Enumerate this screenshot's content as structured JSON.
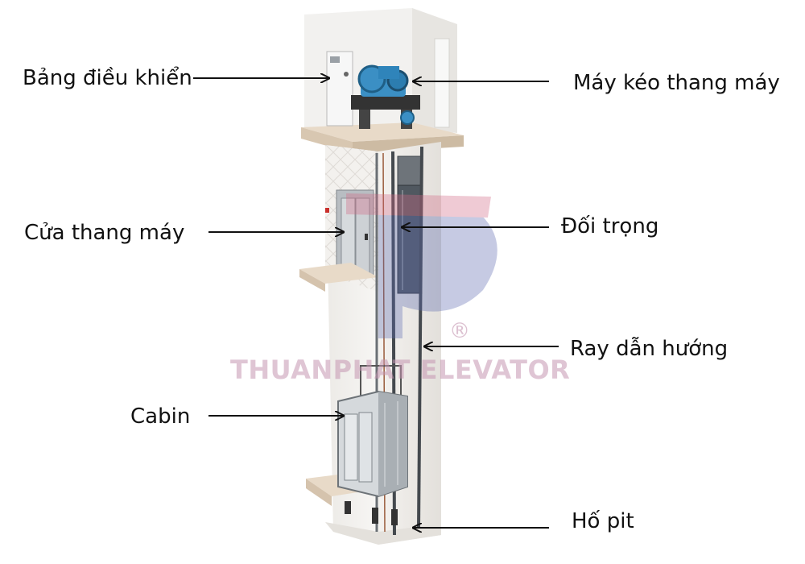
{
  "labels": {
    "control_panel": "Bảng điều khiển",
    "traction_machine": "Máy kéo thang máy",
    "elevator_door": "Cửa thang máy",
    "counterweight": "Đối trọng",
    "guide_rail": "Ray dẫn hướng",
    "cabin": "Cabin",
    "pit": "Hố pit"
  },
  "watermark": {
    "text": "THUANPHAT ELEVATOR",
    "mark": "®"
  },
  "colors": {
    "text": "#111111",
    "arrow": "#111111",
    "shaft_wall": "#f1efec",
    "marble_floor": "#e9dccb",
    "machine_blue": "#3b8fc4",
    "watermark": "#c496b0"
  }
}
